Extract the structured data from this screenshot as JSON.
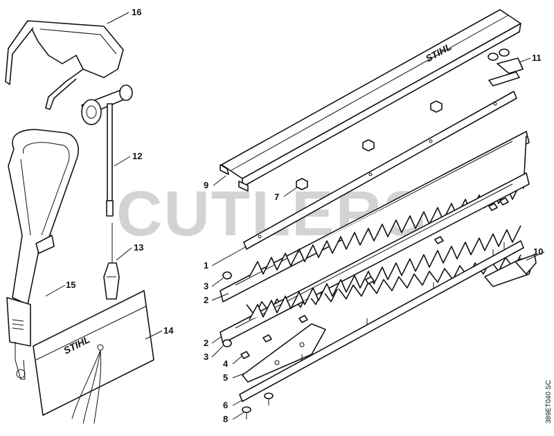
{
  "watermark": "CUTLERS",
  "diagram_code": "389ET040 SC",
  "brand_logos": [
    "STIHL",
    "STIHL"
  ],
  "callouts": [
    "16",
    "11",
    "12",
    "9",
    "7",
    "13",
    "1",
    "3",
    "2",
    "15",
    "10",
    "14",
    "2",
    "3",
    "4",
    "5",
    "6",
    "8"
  ]
}
